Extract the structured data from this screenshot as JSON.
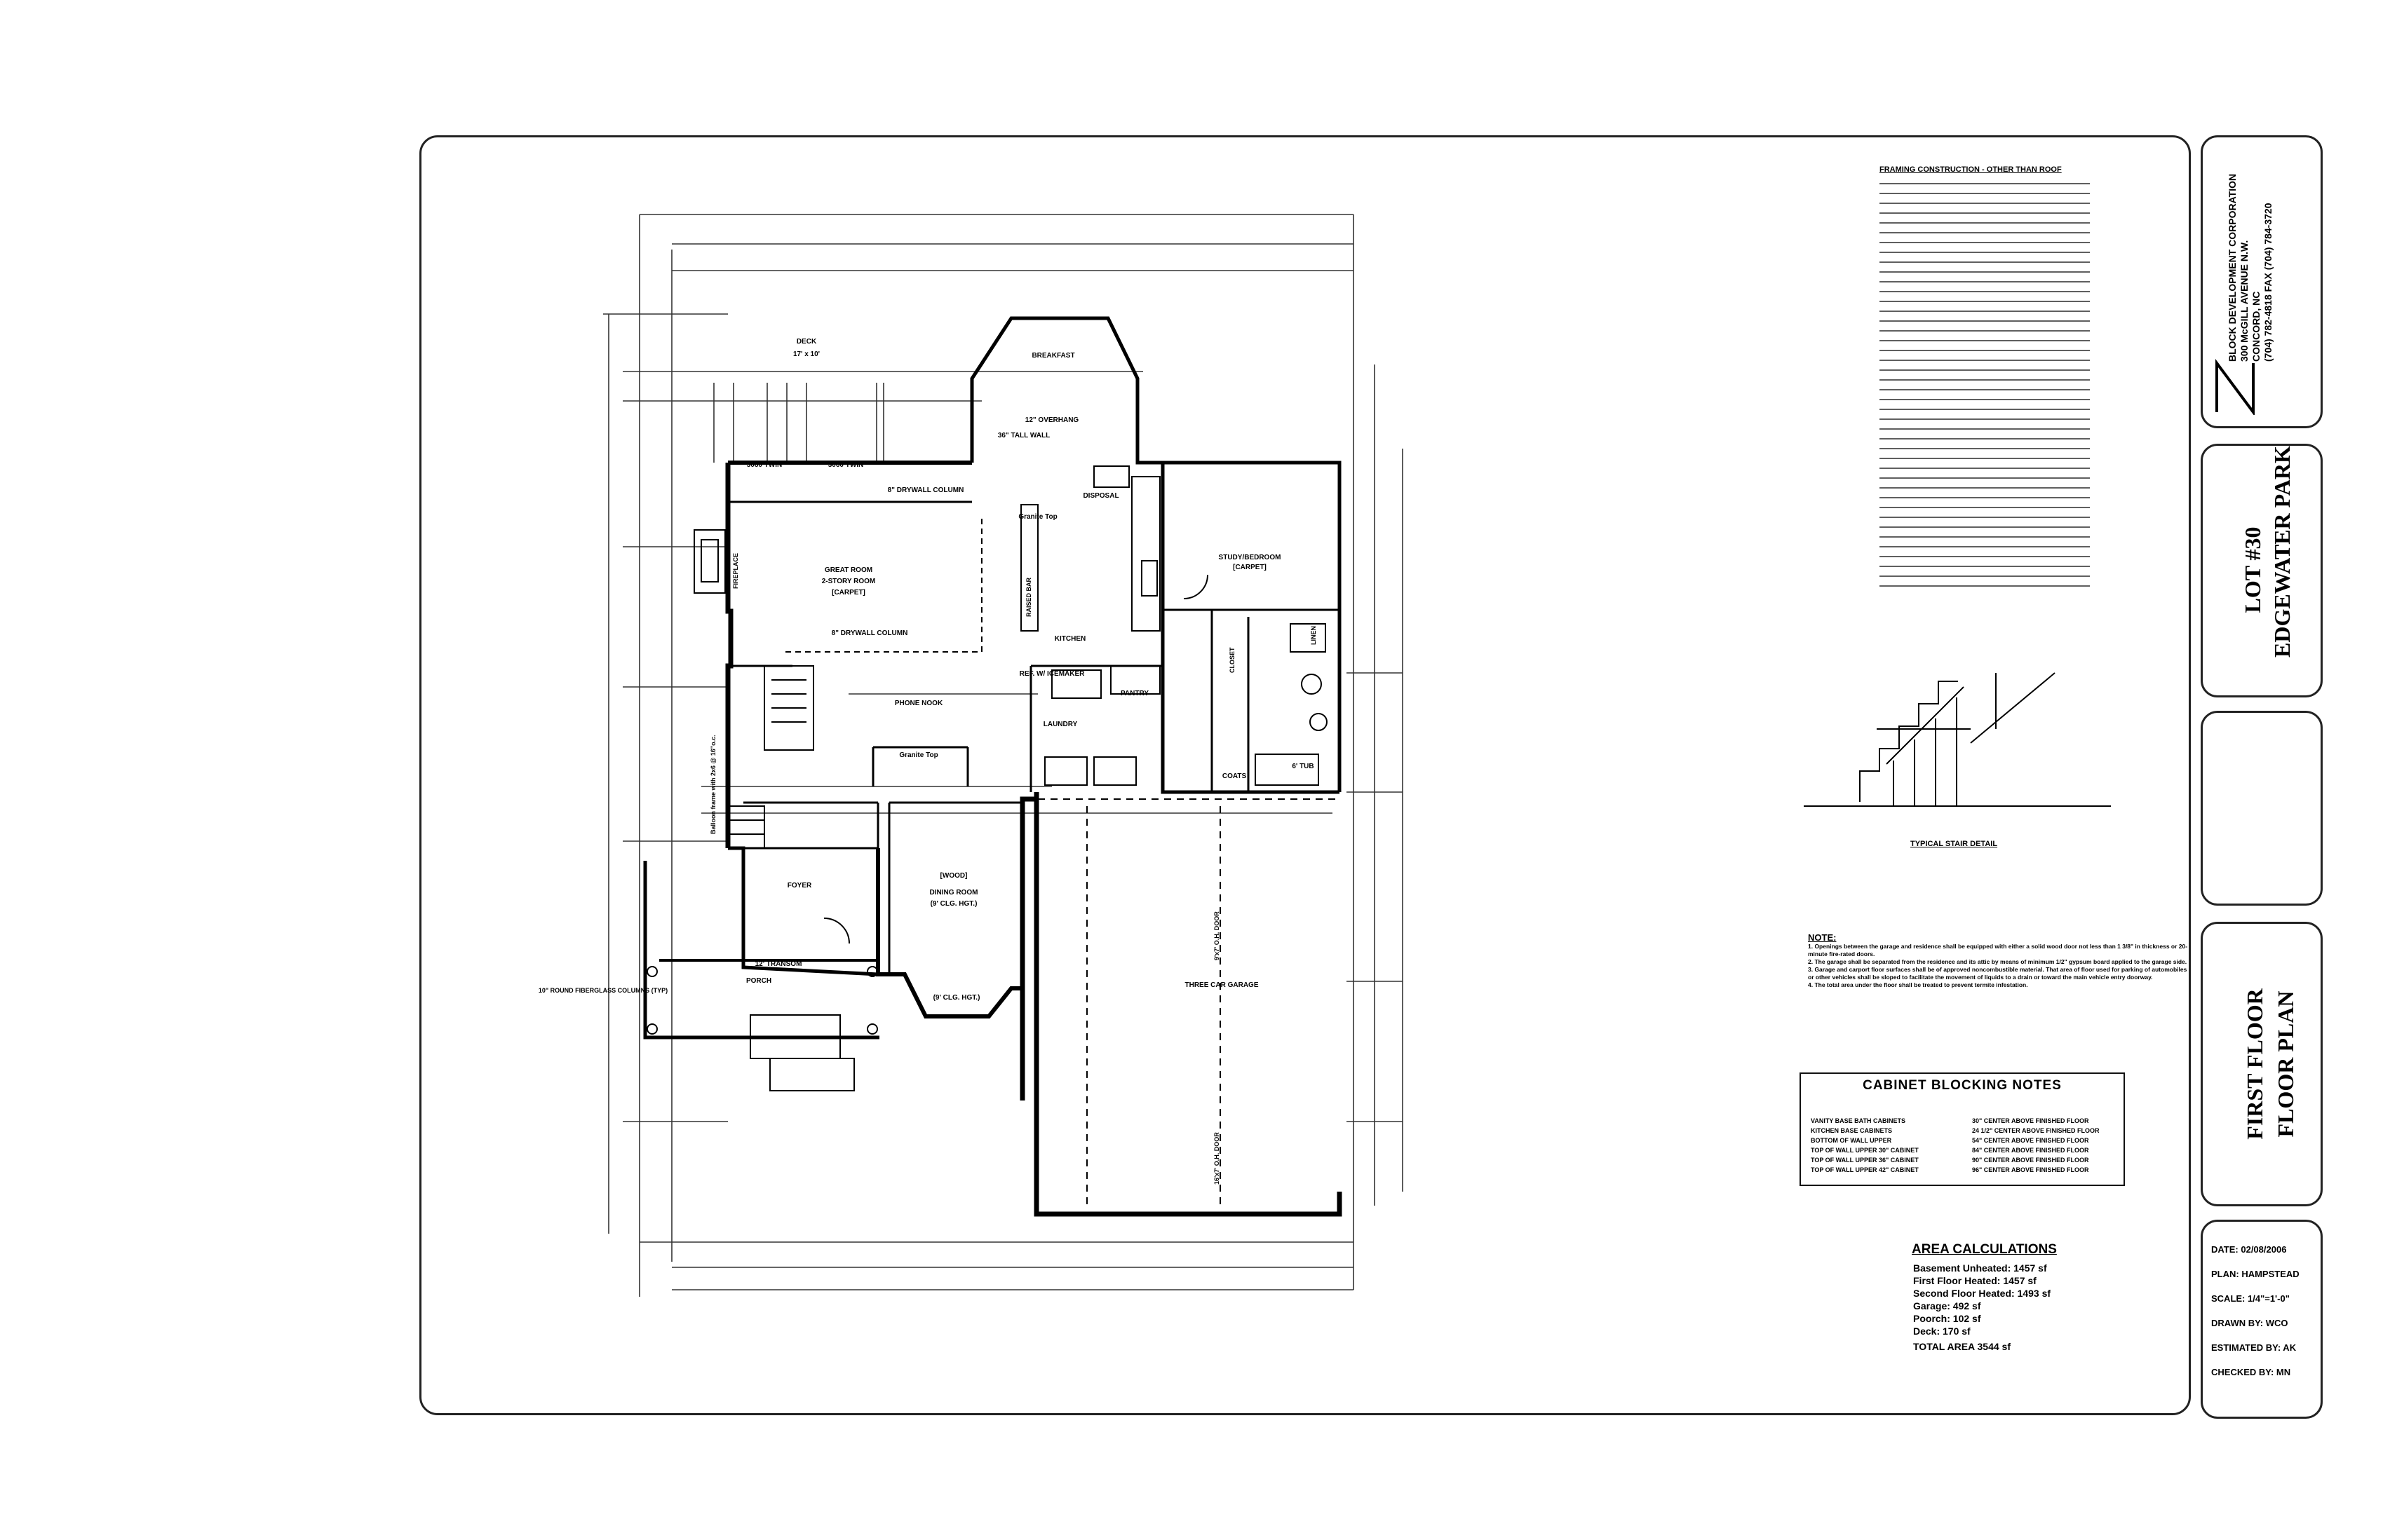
{
  "company": {
    "name": "BLOCK DEVELOPMENT CORPORATION",
    "address": "300 McGILL AVENUE N.W.",
    "city": "CONCORD, NC",
    "phone": "(704) 782-4818 FAX (704) 784-3720"
  },
  "lot": {
    "number": "LOT #30",
    "subdivision": "EDGEWATER PARK"
  },
  "sheet_title": {
    "line1": "FIRST FLOOR",
    "line2": "FLOOR PLAN"
  },
  "info": {
    "date": "DATE: 02/08/2006",
    "plan": "PLAN: HAMPSTEAD",
    "scale": "SCALE: 1/4\"=1'-0\"",
    "drawn": "DRAWN BY: WCO",
    "estimated": "ESTIMATED BY: AK",
    "checked": "CHECKED BY: MN"
  },
  "rooms": {
    "deck": "DECK",
    "deck_size": "17' x 10'",
    "breakfast": "BREAKFAST",
    "great_room": "GREAT ROOM",
    "great_room_sub": "2-STORY ROOM",
    "great_room_floor": "[CARPET]",
    "raised_bar": "RAISED BAR",
    "kitchen": "KITCHEN",
    "study": "STUDY/BEDROOM",
    "study_floor": "[CARPET]",
    "phone_nook": "PHONE NOOK",
    "laundry": "LAUNDRY",
    "pantry": "PANTRY",
    "closet": "CLOSET",
    "coats": "COATS",
    "tub": "6' TUB",
    "linen": "LINEN",
    "foyer": "FOYER",
    "dining": "DINING ROOM",
    "dining_ceiling": "(9' CLG. HGT.)",
    "dining_floor": "[WOOD]",
    "porch": "PORCH",
    "garage": "THREE CAR GARAGE",
    "garage_door1": "9'x7' O.H. DOOR",
    "garage_door2": "16'x7' O.H. DOOR",
    "overhang": "12\" OVERHANG",
    "tall_wall": "36\" TALL WALL",
    "drywall_col1": "8\" DRYWALL COLUMN",
    "drywall_col2": "8\" DRYWALL COLUMN",
    "granite_top": "Granite Top",
    "disposal": "DISPOSAL",
    "ref": "REF. W/ ICEMAKER",
    "transom": "12' TRANSOM",
    "columns": "10\" ROUND FIBERGLASS COLUMNS (TYP)",
    "fireplace": "FIREPLACE",
    "bay_ceiling": "(9' CLG. HGT.)",
    "hdr_3080": "3080 TWIN",
    "hdr_3060": "3060 TWIN",
    "balloon": "Balloon frame with 2x6 @ 16\"o.c."
  },
  "notes": {
    "framing_title": "FRAMING CONSTRUCTION - OTHER THAN ROOF",
    "stair_title": "TYPICAL STAIR DETAIL",
    "note_title": "NOTE:",
    "note_items": [
      "1. Openings between the garage and residence shall be equipped with either a solid wood door not less than 1 3/8\" in thickness or 20-minute fire-rated doors.",
      "2. The garage shall be separated from the residence and its attic by means of minimum 1/2\" gypsum board applied to the garage side.",
      "3. Garage and carport floor surfaces shall be of approved noncombustible material. That area of floor used for parking of automobiles or other vehicles shall be sloped to facilitate the movement of liquids to a drain or toward the main vehicle entry doorway.",
      "4. The total area under the floor shall be treated to prevent termite infestation."
    ]
  },
  "cabinet_notes": {
    "title": "CABINET BLOCKING NOTES",
    "rows": [
      [
        "VANITY BASE BATH CABINETS",
        "30\" CENTER ABOVE FINISHED FLOOR"
      ],
      [
        "KITCHEN BASE CABINETS",
        "24 1/2\" CENTER ABOVE FINISHED FLOOR"
      ],
      [
        "BOTTOM OF WALL UPPER",
        "54\" CENTER ABOVE FINISHED FLOOR"
      ],
      [
        "TOP OF WALL UPPER 30\" CABINET",
        "84\" CENTER ABOVE FINISHED FLOOR"
      ],
      [
        "TOP OF WALL UPPER 36\" CABINET",
        "90\" CENTER ABOVE FINISHED FLOOR"
      ],
      [
        "TOP OF WALL UPPER 42\" CABINET",
        "96\" CENTER ABOVE FINISHED FLOOR"
      ]
    ]
  },
  "area": {
    "title": "AREA CALCULATIONS",
    "rows": [
      "Basement Unheated: 1457 sf",
      "First Floor Heated: 1457 sf",
      "Second Floor Heated: 1493 sf",
      "Garage: 492 sf",
      "Poorch: 102 sf",
      "Deck: 170 sf",
      "TOTAL AREA 3544 sf"
    ]
  }
}
